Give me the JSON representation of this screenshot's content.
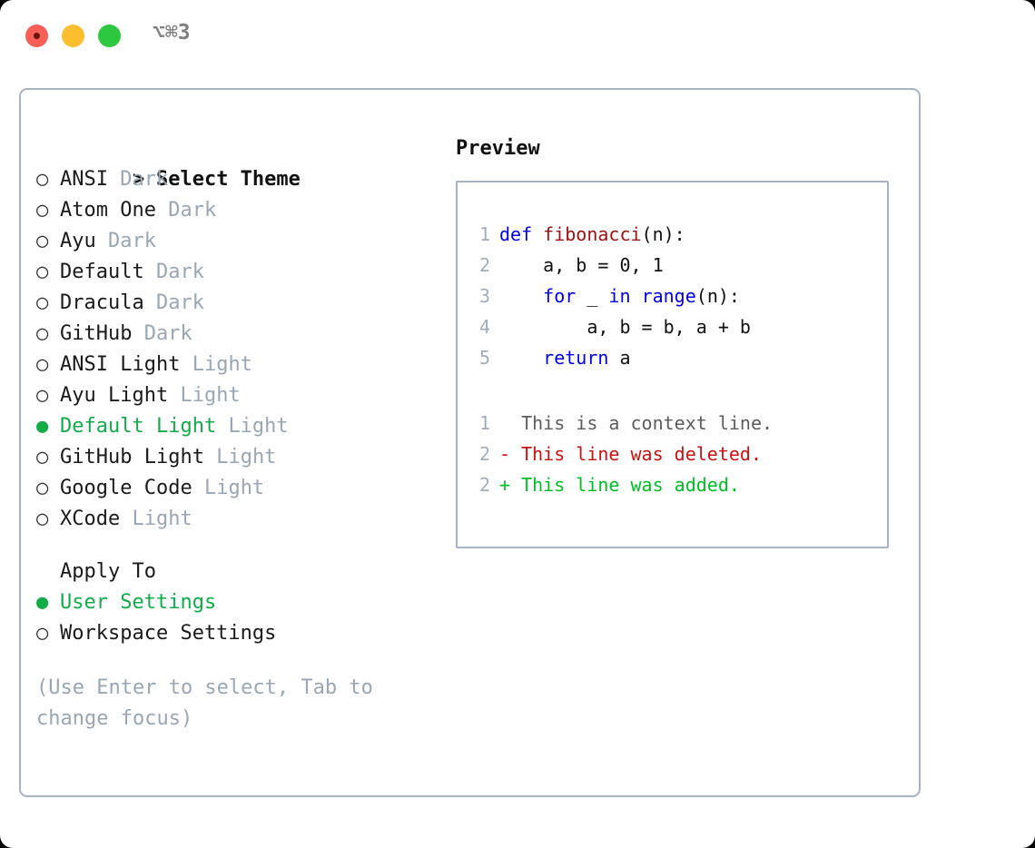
{
  "titlebar": {
    "shortcut": "⌥⌘3",
    "buttons": [
      "close",
      "minimize",
      "maximize"
    ],
    "colors": {
      "close": "#f95e57",
      "minimize": "#fbbe2e",
      "maximize": "#2bc840"
    }
  },
  "theme_picker": {
    "header": "Select Theme",
    "header_prefix": ">",
    "bullet_unselected": "○",
    "bullet_selected": "●",
    "selected_color": "#12ab4a",
    "muted_color": "#9aa6b4",
    "items": [
      {
        "name": "ANSI",
        "category": "Dark",
        "selected": false
      },
      {
        "name": "Atom One",
        "category": "Dark",
        "selected": false
      },
      {
        "name": "Ayu",
        "category": "Dark",
        "selected": false
      },
      {
        "name": "Default",
        "category": "Dark",
        "selected": false
      },
      {
        "name": "Dracula",
        "category": "Dark",
        "selected": false
      },
      {
        "name": "GitHub",
        "category": "Dark",
        "selected": false
      },
      {
        "name": "ANSI Light",
        "category": "Light",
        "selected": false
      },
      {
        "name": "Ayu Light",
        "category": "Light",
        "selected": false
      },
      {
        "name": "Default Light",
        "category": "Light",
        "selected": true
      },
      {
        "name": "GitHub Light",
        "category": "Light",
        "selected": false
      },
      {
        "name": "Google Code",
        "category": "Light",
        "selected": false
      },
      {
        "name": "XCode",
        "category": "Light",
        "selected": false
      }
    ]
  },
  "apply_to": {
    "header": "Apply To",
    "options": [
      {
        "label": "User Settings",
        "selected": true
      },
      {
        "label": "Workspace Settings",
        "selected": false
      }
    ]
  },
  "help": {
    "text": "(Use Enter to select, Tab to change focus)"
  },
  "preview": {
    "title": "Preview",
    "code_lines": [
      {
        "no": "1",
        "tokens": [
          {
            "t": "def",
            "c": "kw"
          },
          {
            "t": " ",
            "c": "pl"
          },
          {
            "t": "fibonacci",
            "c": "fn"
          },
          {
            "t": "(n):",
            "c": "pl"
          }
        ]
      },
      {
        "no": "2",
        "tokens": [
          {
            "t": "    a, b = 0, 1",
            "c": "pl"
          }
        ]
      },
      {
        "no": "3",
        "tokens": [
          {
            "t": "    ",
            "c": "pl"
          },
          {
            "t": "for",
            "c": "kw"
          },
          {
            "t": " _ ",
            "c": "pl"
          },
          {
            "t": "in",
            "c": "kw"
          },
          {
            "t": " ",
            "c": "pl"
          },
          {
            "t": "range",
            "c": "kw"
          },
          {
            "t": "(n):",
            "c": "pl"
          }
        ]
      },
      {
        "no": "4",
        "tokens": [
          {
            "t": "        a, b = b, a + b",
            "c": "pl"
          }
        ]
      },
      {
        "no": "5",
        "tokens": [
          {
            "t": "    ",
            "c": "pl"
          },
          {
            "t": "return",
            "c": "kw"
          },
          {
            "t": " a",
            "c": "pl"
          }
        ]
      }
    ],
    "diff_lines": [
      {
        "no": "1",
        "marker": " ",
        "text": "This is a context line.",
        "kind": "ctx"
      },
      {
        "no": "2",
        "marker": "-",
        "text": "This line was deleted.",
        "kind": "del"
      },
      {
        "no": "2",
        "marker": "+",
        "text": "This line was added.",
        "kind": "add"
      }
    ],
    "syntax_colors": {
      "keyword": "#0000ee",
      "function": "#a01111",
      "plain": "#111111",
      "linenumber": "#a3adb9",
      "diff_context": "#5c5c5c",
      "diff_deleted": "#cc1111",
      "diff_added": "#00bf24"
    }
  }
}
